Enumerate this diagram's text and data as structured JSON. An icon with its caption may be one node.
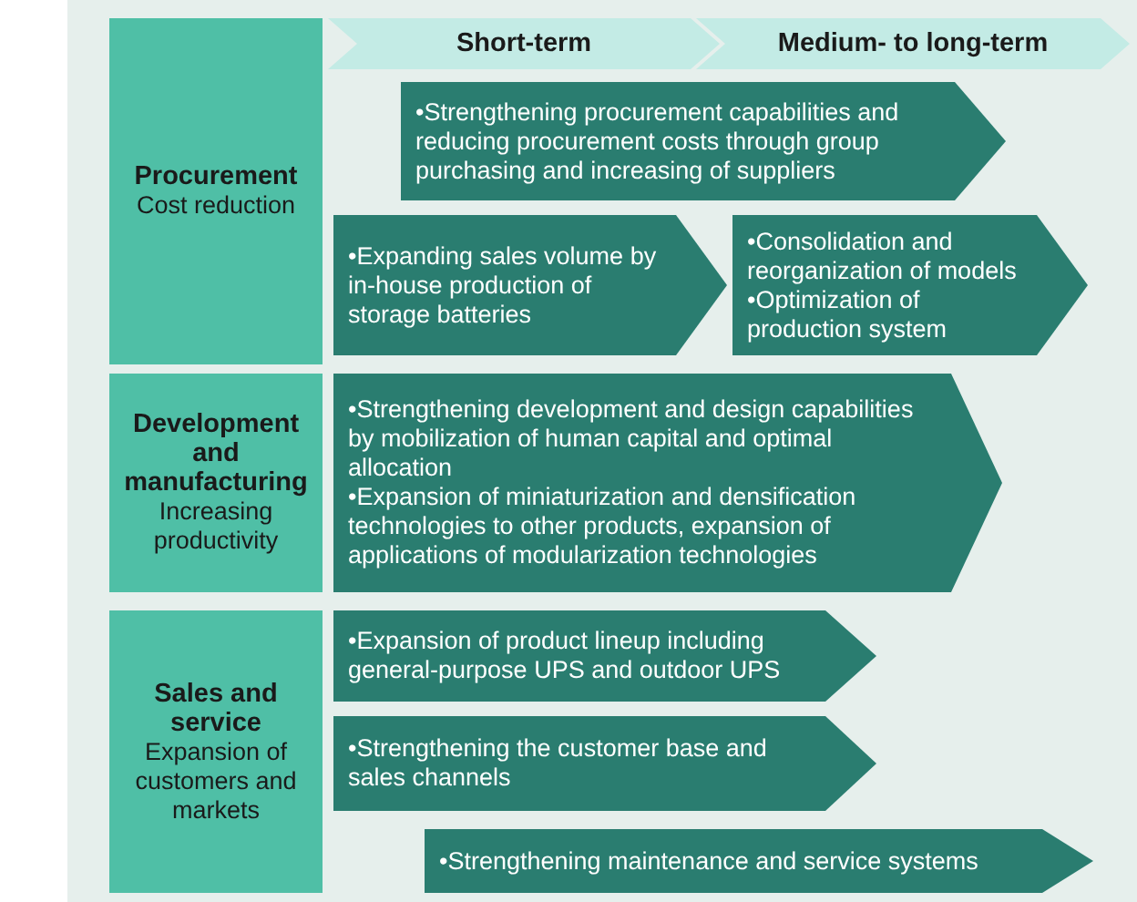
{
  "diagram": {
    "nodes": [
      {
        "text": [
          "Short-term"
        ]
      },
      {
        "text": [
          "Medium- to long-term"
        ]
      },
      {
        "text": [
          "Procurement",
          "Cost reduction"
        ]
      },
      {
        "text": [
          "•Strengthening procurement capabilities and reducing procurement costs through group purchasing and increasing of suppliers"
        ]
      },
      {
        "text": [
          "•Expanding sales volume by in-house production of storage batteries"
        ]
      },
      {
        "text": [
          "•Consolidation and reorganization of models",
          "•Optimization of production system"
        ]
      },
      {
        "text": [
          "Development and manufacturing",
          "Increasing productivity"
        ]
      },
      {
        "text": [
          "•Strengthening development and design capabilities by mobilization of human capital and optimal allocation",
          "•Expansion of miniaturization and densification technologies to other products, expansion of applications of modularization technologies"
        ]
      },
      {
        "text": [
          "Sales and service",
          "Expansion of customers and markets"
        ]
      },
      {
        "text": [
          "•Expansion of product lineup including general-purpose UPS and outdoor UPS"
        ]
      },
      {
        "text": [
          "•Strengthening the customer base and sales channels"
        ]
      },
      {
        "text": [
          "•Strengthening maintenance and service systems"
        ]
      }
    ]
  }
}
